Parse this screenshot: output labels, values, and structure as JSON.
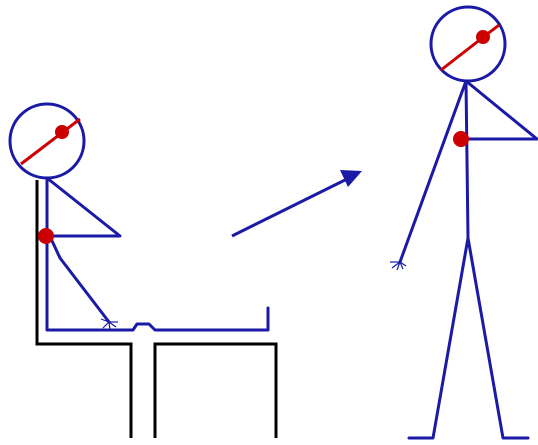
{
  "colors": {
    "background": "#ffffff",
    "figure": "#1a1aa6",
    "accent": "#cc0000",
    "furniture": "#000000"
  },
  "figures": [
    {
      "pose": "sitting"
    },
    {
      "pose": "standing"
    }
  ],
  "icons": [
    "stick-figure",
    "chair",
    "arrow"
  ]
}
